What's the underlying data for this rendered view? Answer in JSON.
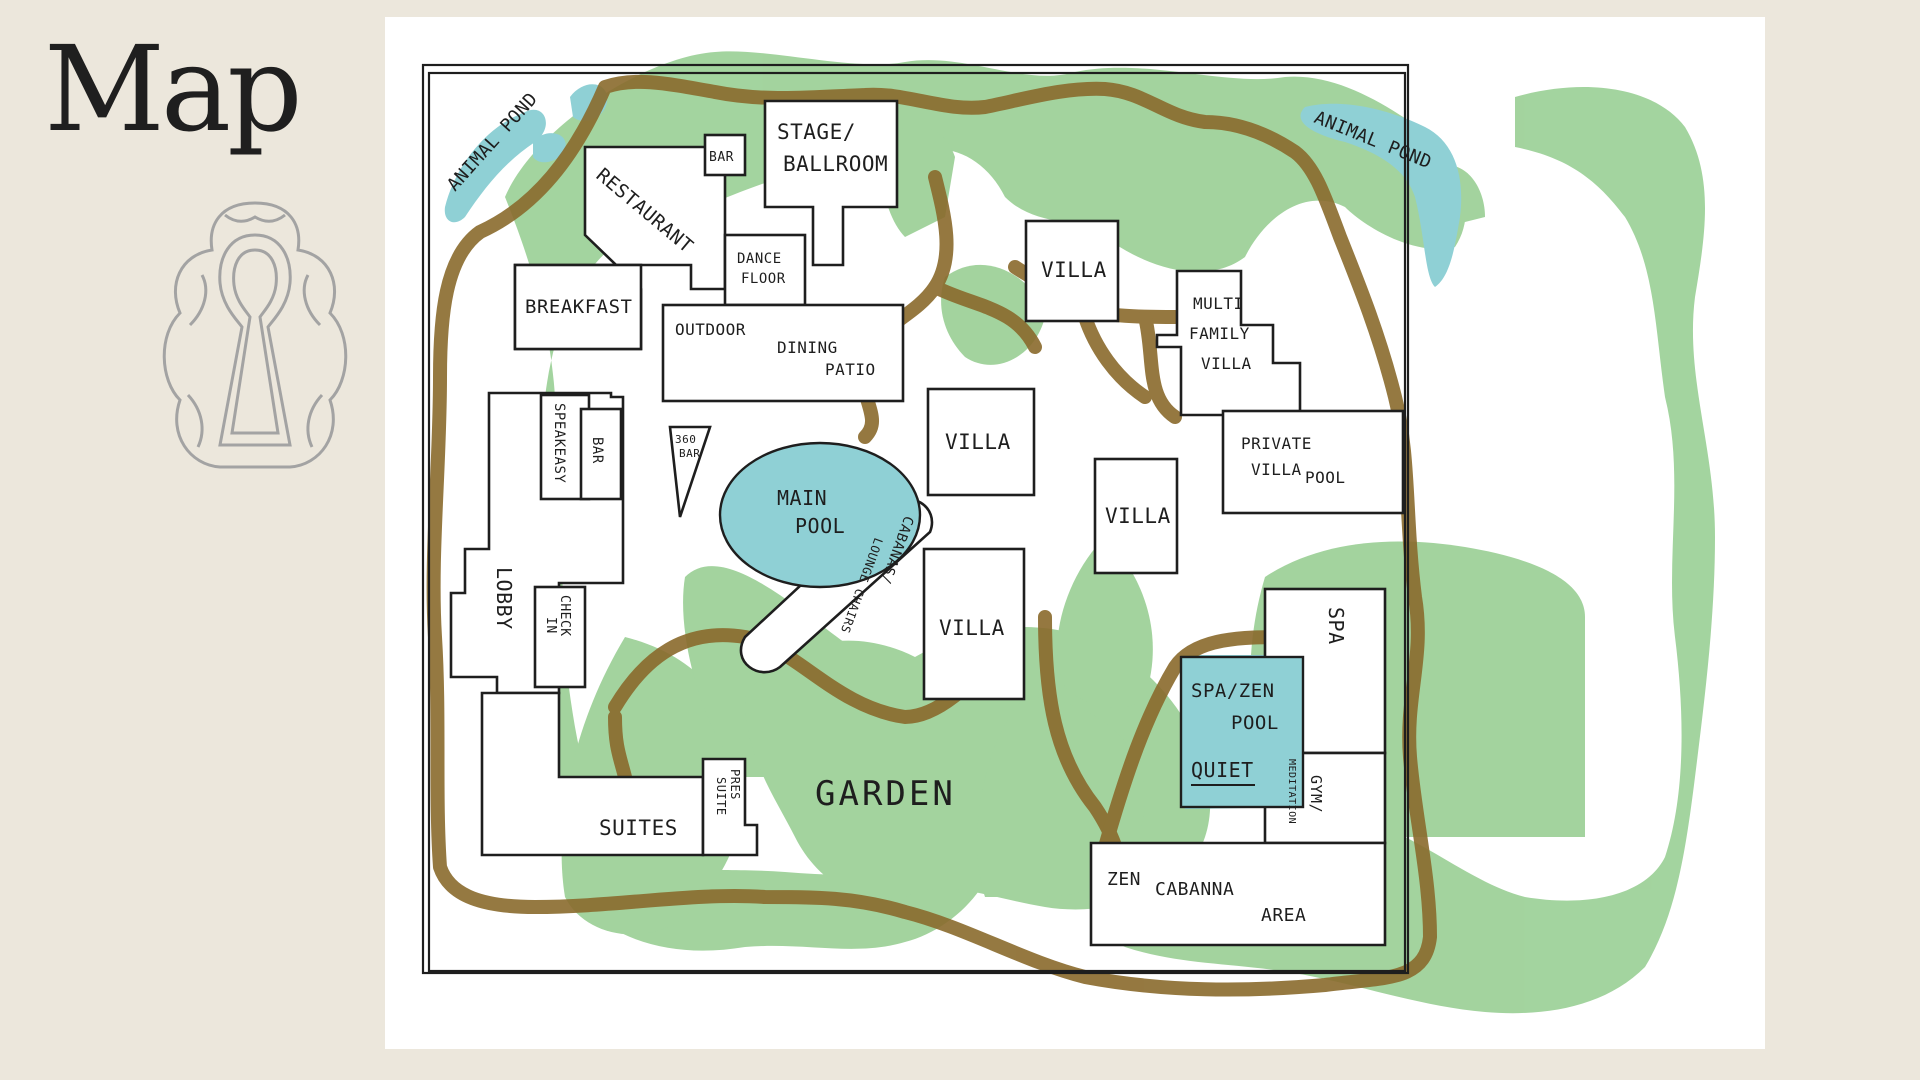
{
  "page": {
    "title": "Map"
  },
  "map": {
    "labels": {
      "animal_pond_left": "ANIMAL POND",
      "animal_pond_right": "ANIMAL POND",
      "restaurant": "RESTAURANT",
      "restaurant_bar": "BAR",
      "breakfast": "BREAKFAST",
      "stage_ballroom_line1": "STAGE/",
      "stage_ballroom_line2": "BALLROOM",
      "dance_floor_line1": "DANCE",
      "dance_floor_line2": "FLOOR",
      "outdoor": "OUTDOOR",
      "dining": "DINING",
      "patio": "PATIO",
      "villa_1": "VILLA",
      "villa_2": "VILLA",
      "villa_3": "VILLA",
      "villa_4": "VILLA",
      "multi_family_line1": "MULTI",
      "multi_family_line2": "FAMILY",
      "multi_family_line3": "VILLA",
      "private_villa_line1": "PRIVATE",
      "private_villa_line2": "VILLA",
      "private_villa_line3": "POOL",
      "speakeasy": "SPEAKEASY",
      "lobby_bar": "BAR",
      "bar_360_line1": "360",
      "bar_360_line2": "BAR",
      "main_pool_line1": "MAIN",
      "main_pool_line2": "POOL",
      "cabanas_line1": "CABANAS/",
      "cabanas_line2": "LOUNGE CHAIRS",
      "lobby": "LOBBY",
      "check_in_line1": "CHECK",
      "check_in_line2": "IN",
      "suites": "SUITES",
      "pres_suite_line1": "PRES",
      "pres_suite_line2": "SUITE",
      "garden": "GARDEN",
      "spa": "SPA",
      "spa_zen_line1": "SPA/ZEN",
      "spa_zen_line2": "POOL",
      "quiet": "QUIET",
      "gym_line1": "GYM/",
      "gym_line2": "MEDITATION",
      "zen": "ZEN",
      "cabanna": "CABANNA",
      "area": "AREA"
    },
    "colors": {
      "greenery": "#93cc8e",
      "water": "#8fd0d5",
      "path": "#8a6a2c",
      "outline": "#1e1e1e"
    }
  }
}
